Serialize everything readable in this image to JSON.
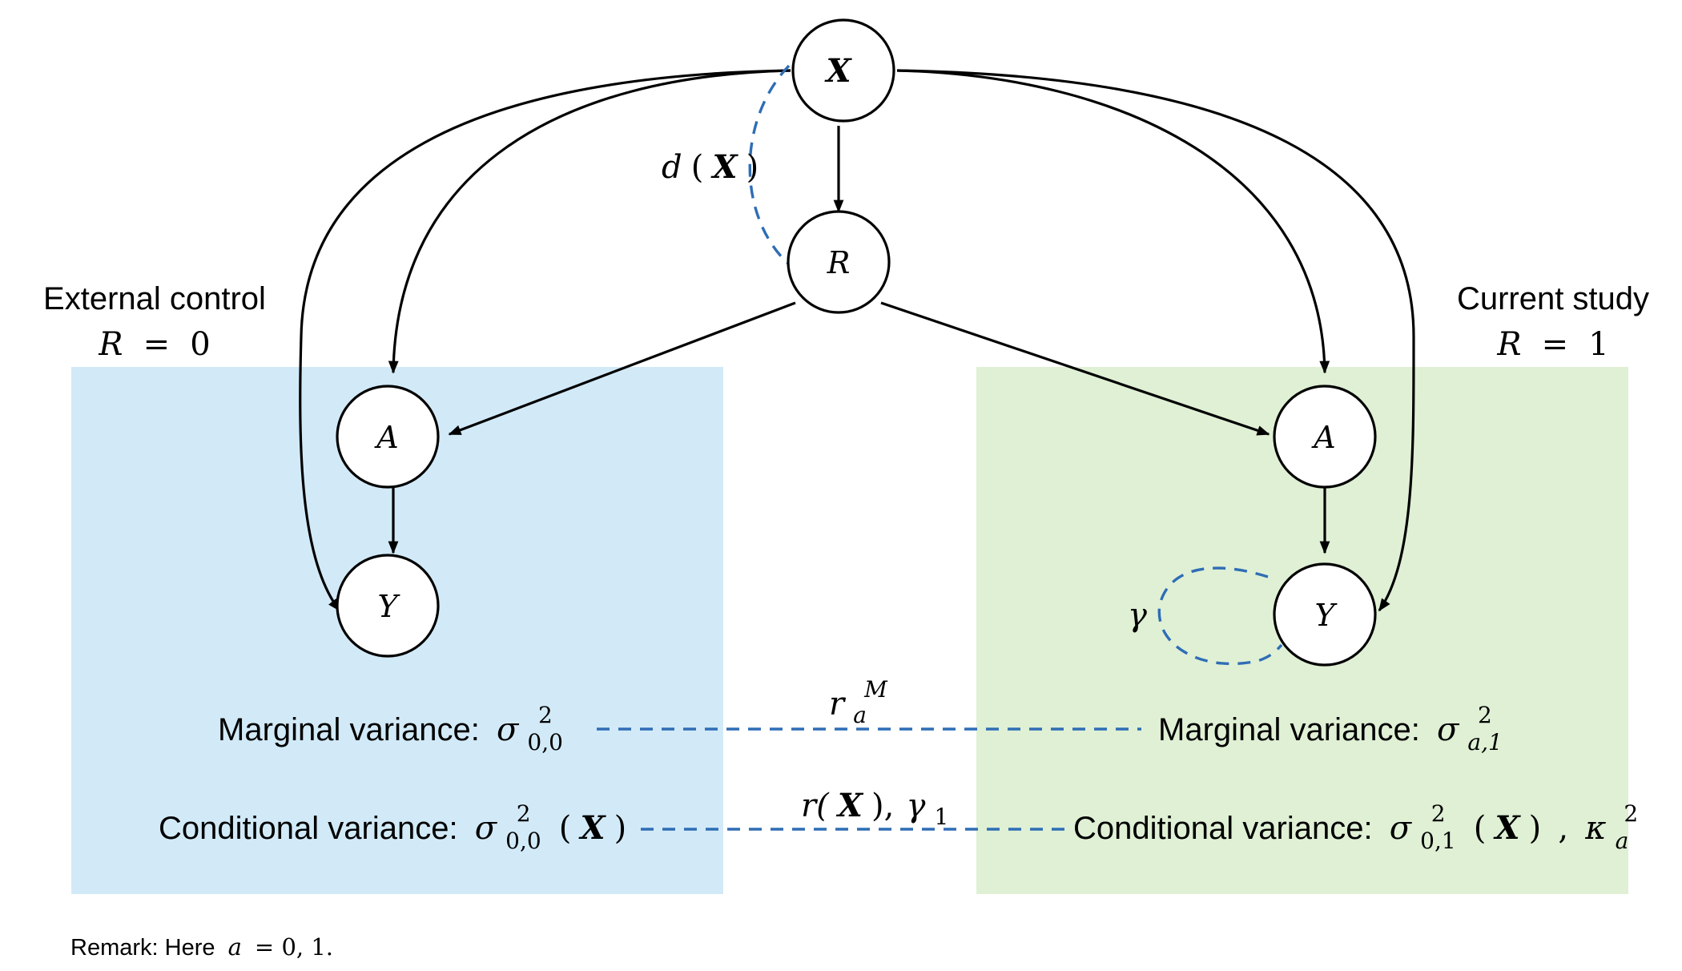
{
  "colors": {
    "external_panel": "#d2eaf8",
    "current_panel": "#dff0d5",
    "dashed": "#2f6db5",
    "ink": "#000000"
  },
  "panels": {
    "external": {
      "title": "External control",
      "r_label": "R",
      "r_eq": "=",
      "r_value": "0"
    },
    "current": {
      "title": "Current study",
      "r_label": "R",
      "r_eq": "=",
      "r_value": "1"
    }
  },
  "nodes": {
    "x": "X",
    "r": "R",
    "a_left": "A",
    "y_left": "Y",
    "a_right": "A",
    "y_right": "Y"
  },
  "dashed_labels": {
    "dx_d": "d",
    "dx_open": "(",
    "dx_x": "X",
    "dx_close": ")",
    "gamma": "γ",
    "rM_r": "r",
    "rM_sub": "a",
    "rM_sup": "M",
    "rx_r": "r(",
    "rx_x": "X",
    "rx_close": "),",
    "rx_gamma": "γ",
    "rx_sub": "1"
  },
  "variance": {
    "marginal_left": {
      "label": "Marginal variance:",
      "symbol": "σ",
      "sub": "0,0",
      "sup": "2"
    },
    "marginal_right": {
      "label": "Marginal variance:",
      "symbol": "σ",
      "sub": "a,1",
      "sup": "2"
    },
    "conditional_left": {
      "label": "Conditional variance:",
      "symbol": "σ",
      "sub": "0,0",
      "sup": "2",
      "open": "(",
      "x": "X",
      "close": ")"
    },
    "conditional_right": {
      "label": "Conditional variance:",
      "symbol": "σ",
      "sub": "0,1",
      "sup": "2",
      "open": "(",
      "x": "X",
      "close": ")",
      "comma": ",",
      "kappa": "κ",
      "kappa_sub": "a",
      "kappa_sup": "2"
    }
  },
  "remark": {
    "prefix": "Remark: Here",
    "var": "a",
    "rest": "= 0, 1."
  }
}
